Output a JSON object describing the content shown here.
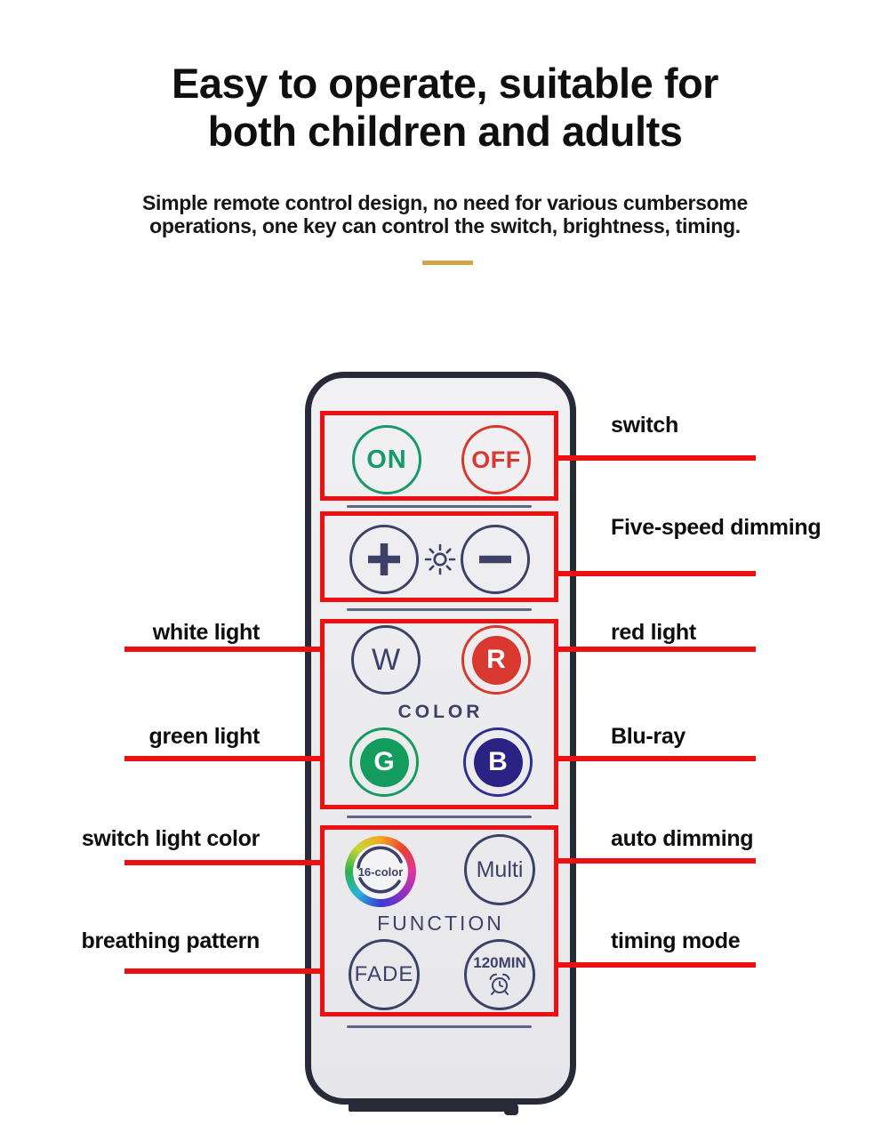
{
  "title": {
    "line1": "Easy to operate, suitable for",
    "line2": "both children and adults"
  },
  "subtitle": {
    "line1": "Simple remote control design, no need for various cumbersome",
    "line2": "operations, one key can control the switch, brightness, timing."
  },
  "remote": {
    "on": "ON",
    "off": "OFF",
    "plus": "+",
    "minus": "−",
    "w": "W",
    "r": "R",
    "g": "G",
    "b": "B",
    "color_label": "COLOR",
    "function_label": "FUNCTION",
    "sixteen_color": "16-color",
    "multi": "Multi",
    "fade": "FADE",
    "timer": "120MIN"
  },
  "icons": {
    "sun": "sun-brightness-icon",
    "alarm": "alarm-clock-icon",
    "rainbow": "rainbow-ring-icon"
  },
  "annotations": {
    "right": [
      {
        "text": "switch"
      },
      {
        "text": "Five-speed dimming"
      },
      {
        "text": "red light"
      },
      {
        "text": "Blu-ray"
      },
      {
        "text": "auto dimming"
      },
      {
        "text": "timing mode"
      }
    ],
    "left": [
      {
        "text": "white light"
      },
      {
        "text": "green light"
      },
      {
        "text": "switch light color"
      },
      {
        "text": "breathing pattern"
      }
    ]
  },
  "colors": {
    "accent_red": "#ee1010",
    "navy": "#3d4168",
    "green": "#17996a",
    "btn_red": "#d8382f",
    "btn_green": "#149c5e",
    "btn_blue": "#2a2384",
    "blue_ring": "#2f2e96",
    "gold": "#d0a54b",
    "remote_border": "#282a38",
    "text_black": "#0d0d0d"
  }
}
